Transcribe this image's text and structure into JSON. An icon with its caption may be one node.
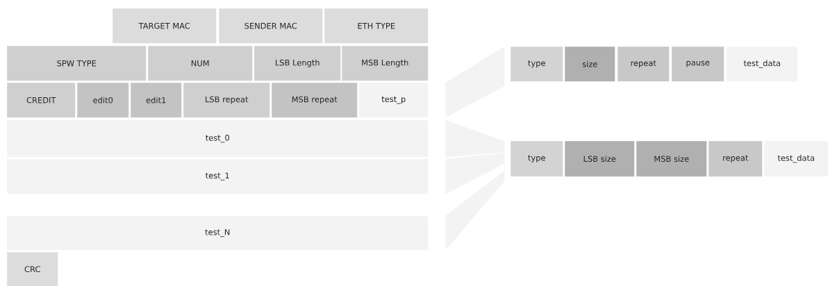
{
  "diagram": {
    "nodes": [
      {
        "text": [
          "TARGET MAC"
        ]
      },
      {
        "text": [
          "SENDER MAC"
        ]
      },
      {
        "text": [
          "ETH TYPE"
        ]
      },
      {
        "text": [
          "SPW TYPE"
        ]
      },
      {
        "text": [
          "NUM"
        ]
      },
      {
        "text": [
          "LSB Length"
        ]
      },
      {
        "text": [
          "MSB Length"
        ]
      },
      {
        "text": [
          "CREDIT"
        ]
      },
      {
        "text": [
          "edit0"
        ]
      },
      {
        "text": [
          "edit1"
        ]
      },
      {
        "text": [
          "LSB repeat"
        ]
      },
      {
        "text": [
          "MSB repeat"
        ]
      },
      {
        "text": [
          "test_p"
        ]
      },
      {
        "text": [
          "test_0"
        ]
      },
      {
        "text": [
          "test_1"
        ]
      },
      {
        "text": [
          "test_N"
        ]
      },
      {
        "text": [
          "CRC"
        ]
      },
      {
        "text": [
          "type"
        ]
      },
      {
        "text": [
          "size"
        ]
      },
      {
        "text": [
          "repeat"
        ]
      },
      {
        "text": [
          "pause"
        ]
      },
      {
        "text": [
          "test_data"
        ]
      },
      {
        "text": [
          "type"
        ]
      },
      {
        "text": [
          "LSB size"
        ]
      },
      {
        "text": [
          "MSB size"
        ]
      },
      {
        "text": [
          "repeat"
        ]
      },
      {
        "text": [
          "test_data"
        ]
      }
    ],
    "edges": [
      {
        "from": 12,
        "to": 17,
        "arrow": "none"
      },
      {
        "from": 13,
        "to": 22,
        "arrow": "none"
      },
      {
        "from": 14,
        "to": 22,
        "arrow": "none"
      },
      {
        "from": 15,
        "to": 22,
        "arrow": "none"
      }
    ]
  }
}
